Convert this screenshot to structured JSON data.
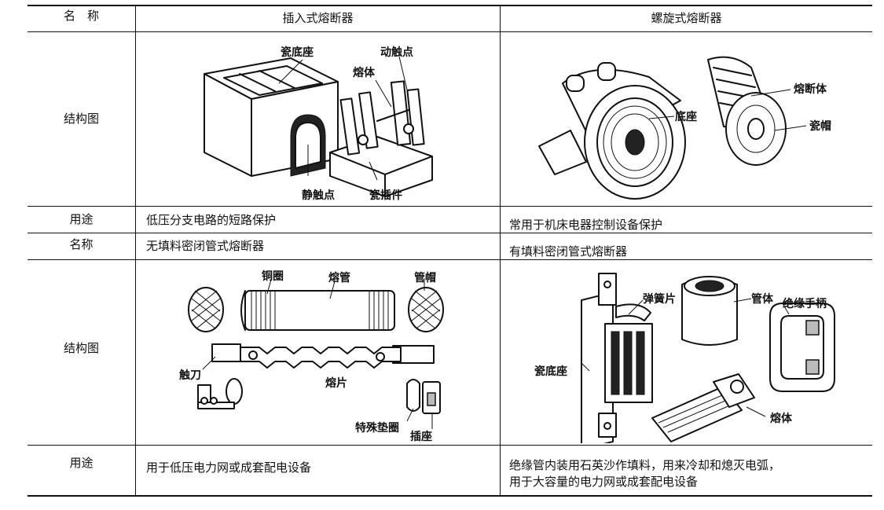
{
  "table": {
    "header": {
      "name_col": "名　称",
      "plug_in": "插入式熔断器",
      "screw": "螺旋式熔断器"
    },
    "row1": {
      "label": "结构图",
      "plug_in_parts": {
        "porcelain_base": "瓷底座",
        "moving_contact": "动触点",
        "fuse_body": "熔体",
        "static_contact": "静触点",
        "porcelain_plug": "瓷插件"
      },
      "screw_parts": {
        "fuse_link": "熔断体",
        "base": "底座",
        "porcelain_cap": "瓷帽"
      }
    },
    "row2": {
      "label": "用途",
      "plug_in_use": "低压分支电路的短路保护",
      "screw_use": "常用于机床电器控制设备保护"
    },
    "row3": {
      "label": "名称",
      "unfilled": "无填料密闭管式熔断器",
      "filled": "有填料密闭管式熔断器"
    },
    "row4": {
      "label": "结构图",
      "unfilled_parts": {
        "copper_ring": "铜圈",
        "fuse_tube": "熔管",
        "tube_cap": "管帽",
        "contact_blade": "触刀",
        "fuse_strip": "熔片",
        "special_washer": "特殊垫圈",
        "socket": "插座"
      },
      "filled_parts": {
        "spring_plate": "弹簧片",
        "tube_body": "管体",
        "insulated_handle": "绝缘手柄",
        "porcelain_base": "瓷底座",
        "fuse_body": "熔体"
      }
    },
    "row5": {
      "label": "用途",
      "unfilled_use": "用于低压电力网或成套配电设备",
      "filled_use_line1": "绝缘管内装用石英沙作填料，用来冷却和熄灭电弧，",
      "filled_use_line2": "用于大容量的电力网或成套配电设备"
    }
  }
}
